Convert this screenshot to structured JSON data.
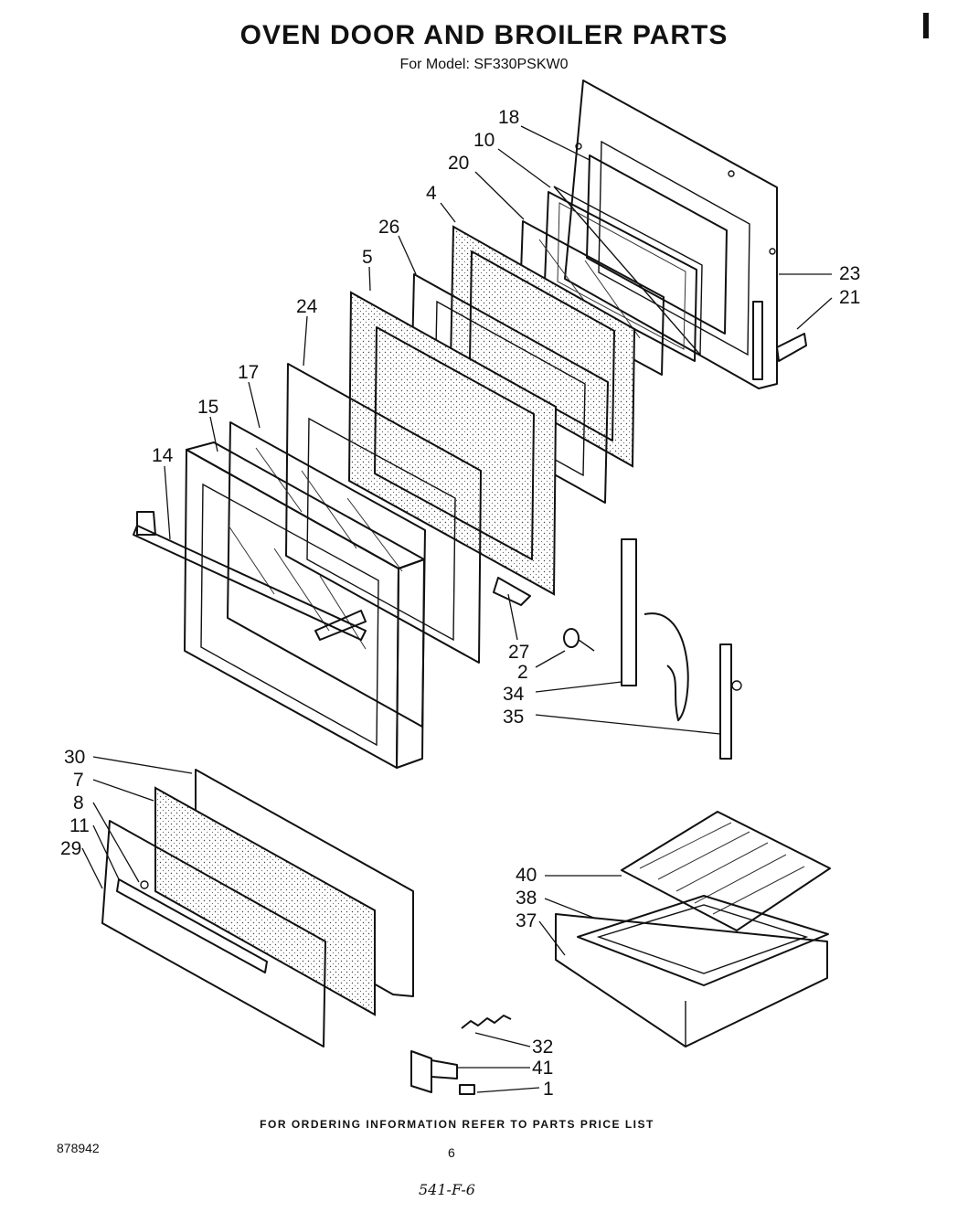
{
  "header": {
    "title": "OVEN DOOR AND BROILER PARTS",
    "model": "For Model: SF330PSKW0"
  },
  "callouts": [
    "18",
    "10",
    "20",
    "4",
    "26",
    "5",
    "24",
    "17",
    "15",
    "14",
    "23",
    "21",
    "27",
    "2",
    "34",
    "35",
    "30",
    "7",
    "8",
    "11",
    "29",
    "40",
    "38",
    "37",
    "32",
    "41",
    "1"
  ],
  "footer": {
    "ordering_note": "FOR ORDERING INFORMATION REFER TO PARTS PRICE LIST",
    "doc_number": "878942",
    "page_number": "6",
    "handwritten_note": "541-F-6"
  }
}
